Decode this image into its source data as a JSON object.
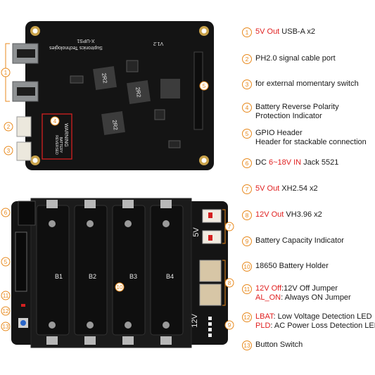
{
  "legend": [
    {
      "num": "1",
      "parts": [
        {
          "text": "5V Out",
          "red": true
        },
        {
          "text": " USB-A  x2",
          "red": false
        }
      ]
    },
    {
      "num": "2",
      "parts": [
        {
          "text": "PH2.0 signal cable port",
          "red": false
        }
      ]
    },
    {
      "num": "3",
      "parts": [
        {
          "text": "for external momentary switch",
          "red": false
        }
      ]
    },
    {
      "num": "4",
      "parts": [
        {
          "text": "Battery Reverse Polarity",
          "red": false
        }
      ],
      "line2": "Protection Indicator"
    },
    {
      "num": "5",
      "parts": [
        {
          "text": "GPIO Header",
          "red": false
        }
      ],
      "line2": "Header for stackable connection"
    },
    {
      "num": "6",
      "parts": [
        {
          "text": "DC ",
          "red": false
        },
        {
          "text": "6~18V IN",
          "red": true
        },
        {
          "text": " Jack 5521",
          "red": false
        }
      ]
    },
    {
      "num": "7",
      "parts": [
        {
          "text": "5V Out",
          "red": true
        },
        {
          "text": " XH2.54 x2",
          "red": false
        }
      ]
    },
    {
      "num": "8",
      "parts": [
        {
          "text": "12V Out",
          "red": true
        },
        {
          "text": " VH3.96 x2",
          "red": false
        }
      ]
    },
    {
      "num": "9",
      "parts": [
        {
          "text": "Battery Capacity Indicator",
          "red": false
        }
      ]
    },
    {
      "num": "10",
      "parts": [
        {
          "text": "18650 Battery Holder",
          "red": false
        }
      ]
    },
    {
      "num": "11",
      "parts": [
        {
          "text": "12V Off",
          "red": true
        },
        {
          "text": ":12V Off Jumper",
          "red": false
        }
      ],
      "line2_parts": [
        {
          "text": "AL_ON",
          "red": true
        },
        {
          "text": ": Always ON Jumper",
          "red": false
        }
      ]
    },
    {
      "num": "12",
      "parts": [
        {
          "text": "LBAT",
          "red": true
        },
        {
          "text": ": Low Voltage Detection LED",
          "red": false
        }
      ],
      "line2_parts": [
        {
          "text": "PLD",
          "red": true
        },
        {
          "text": ": AC Power Loss Detection LED",
          "red": false
        }
      ]
    },
    {
      "num": "13",
      "parts": [
        {
          "text": "Button Switch",
          "red": false
        }
      ]
    }
  ],
  "board_top": {
    "silkscreen": [
      "X-UPS1",
      "Suptronics Technologies",
      "V1.2"
    ],
    "warning": "WARNING",
    "warning_sub": [
      "BATTERY",
      "REVERSED"
    ],
    "inductors": [
      "2R2",
      "2R2",
      "2R2"
    ],
    "callouts": [
      "1",
      "2",
      "3",
      "4",
      "5"
    ]
  },
  "board_bottom": {
    "slots": [
      "B1",
      "B2",
      "B3",
      "B4"
    ],
    "labels_5v": "5V",
    "labels_12v": "12V",
    "callouts": [
      "5",
      "6",
      "7",
      "8",
      "9",
      "10",
      "11",
      "12",
      "13"
    ]
  },
  "colors": {
    "accent": "#e8891c",
    "red": "#e02020",
    "board": "#141414"
  }
}
